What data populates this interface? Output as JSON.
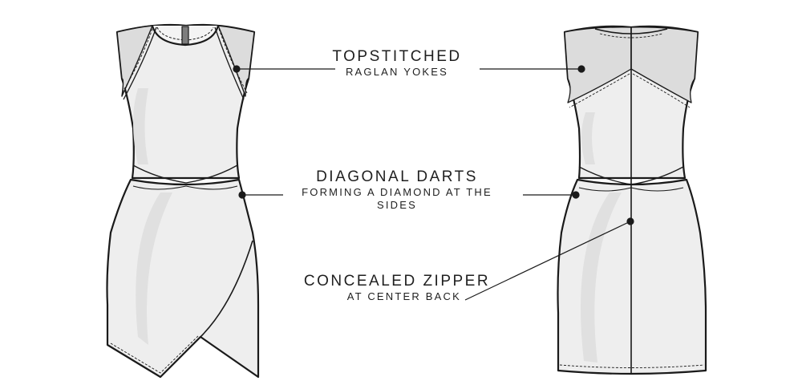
{
  "callouts": {
    "yokes": {
      "title": "TOPSTITCHED",
      "subtitle": "RAGLAN YOKES"
    },
    "darts": {
      "title": "DIAGONAL DARTS",
      "subtitle_line1": "FORMING A DIAMOND AT THE",
      "subtitle_line2": "SIDES"
    },
    "zipper": {
      "title": "CONCEALED ZIPPER",
      "subtitle": "AT CENTER BACK"
    }
  },
  "colors": {
    "outline": "#1a1a1a",
    "fabric": "#eeeeee",
    "fabric_shadow": "#e0e0e0",
    "yoke": "#dcdcdc",
    "zipper": "#7d7d7d",
    "text": "#1f1f1f"
  }
}
